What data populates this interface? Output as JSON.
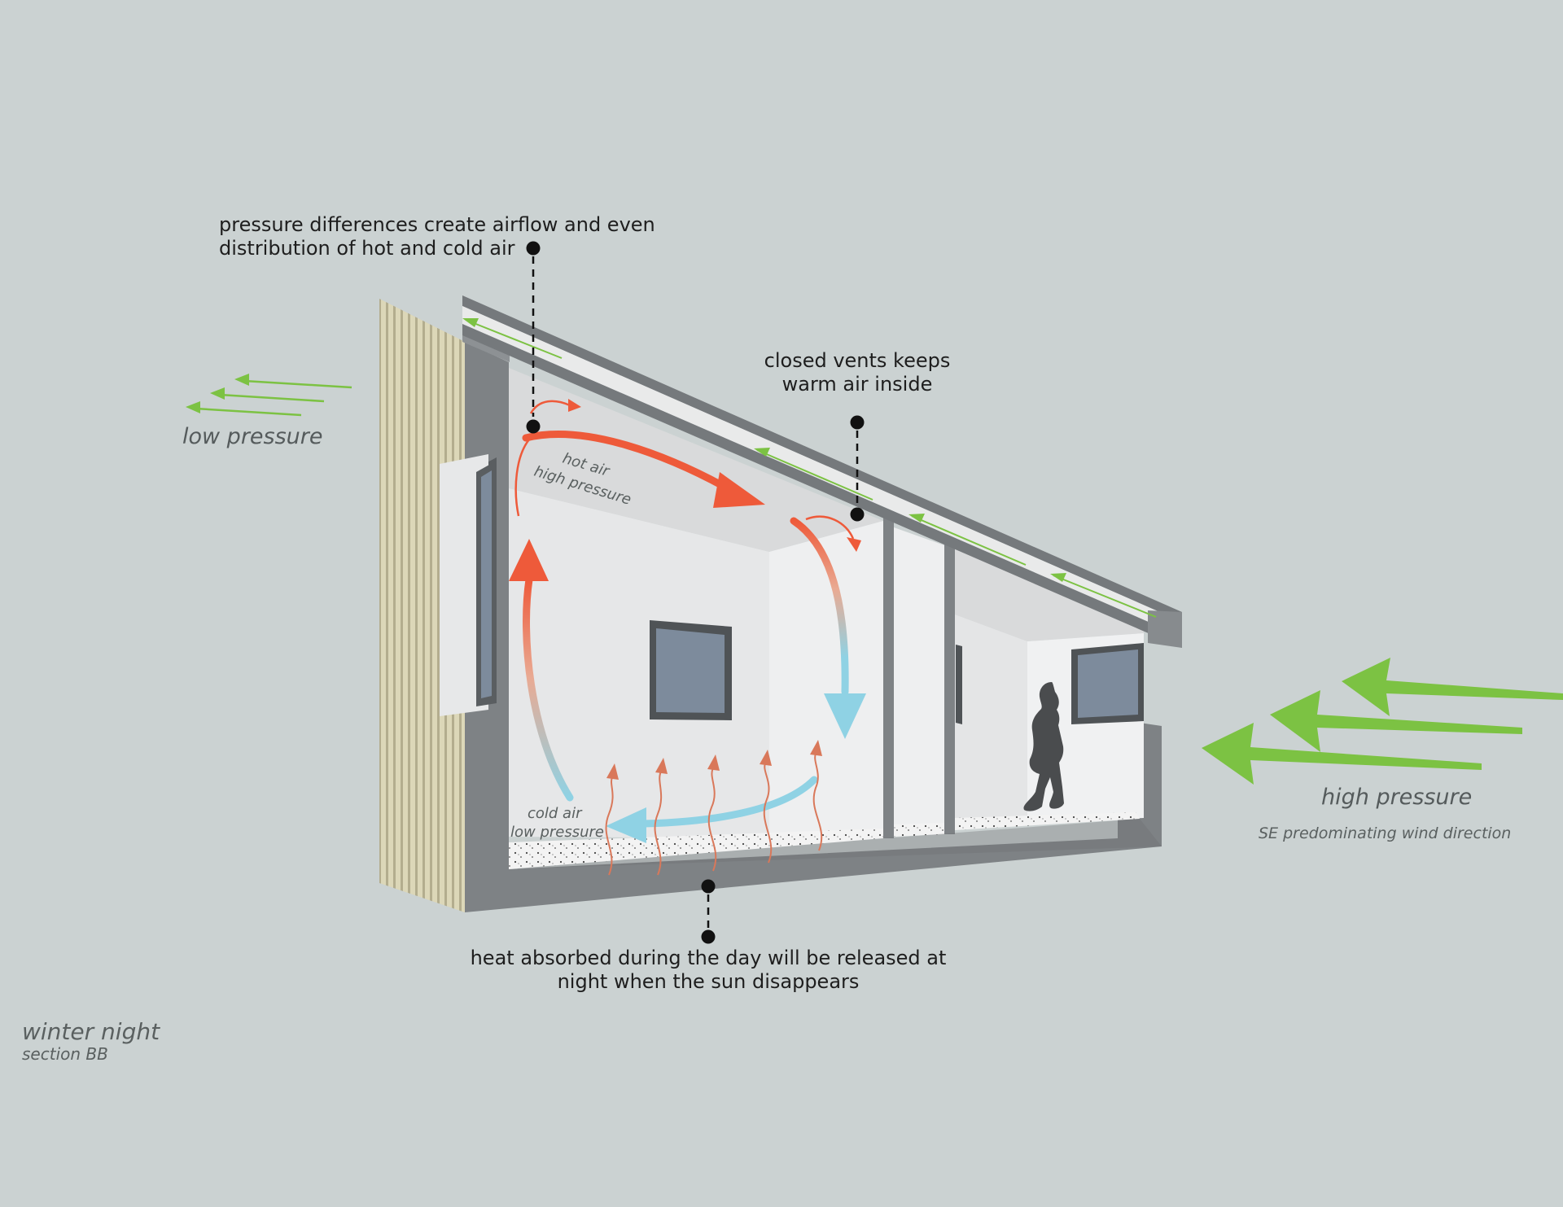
{
  "annotations": {
    "pressure_differences": [
      "pressure differences create airflow and even",
      "distribution of hot and cold air"
    ],
    "closed_vents": [
      "closed vents keeps",
      "warm air inside"
    ],
    "heat_absorbed": [
      "heat absorbed during the day will be released at",
      "night when the sun disappears"
    ]
  },
  "labels": {
    "low_pressure": "low pressure",
    "high_pressure": "high pressure",
    "wind_direction": "SE predominating wind direction",
    "hot_air": "hot air",
    "hot_air_pressure": "high pressure",
    "cold_air": "cold air",
    "cold_air_pressure": "low pressure"
  },
  "title": {
    "main": "winter night",
    "sub": "section BB"
  },
  "colors": {
    "background": "#cbd2d2",
    "hot_air": "#ee5a3a",
    "cold_air": "#8fd2e4",
    "wind": "#7cc243",
    "structure": "#7e8285",
    "cladding": "#d9d4b4"
  }
}
